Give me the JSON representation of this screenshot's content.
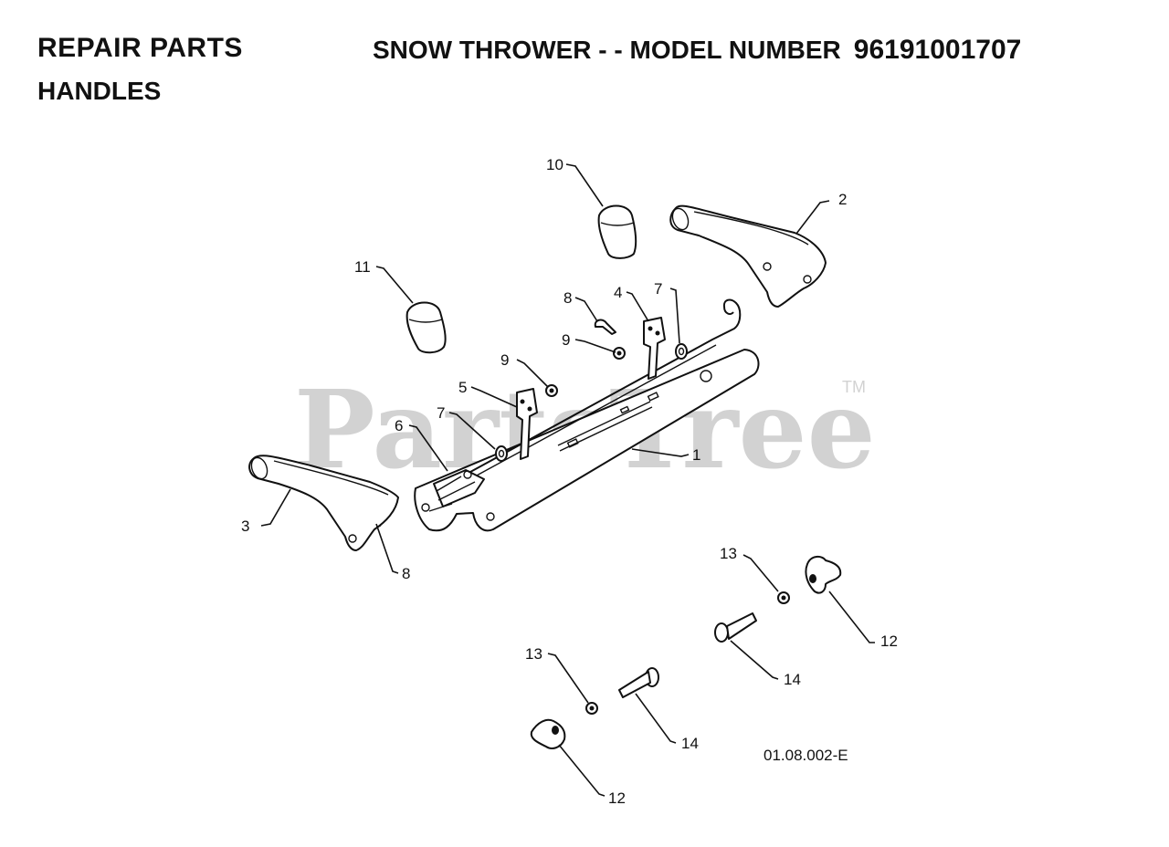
{
  "header": {
    "section": "REPAIR PARTS",
    "model_label": "SNOW THROWER - - MODEL NUMBER",
    "model_number": "96191001707",
    "subtitle": "HANDLES"
  },
  "watermark": {
    "text": "PartsTree",
    "trademark": "TM"
  },
  "diagram": {
    "reference_code": "01.08.002-E",
    "callouts": {
      "panel": "1",
      "right_handle": "2",
      "left_handle": "3",
      "right_bracket": "4",
      "left_bracket": "5",
      "left_lever": "6",
      "right_bushing": "7",
      "left_bushing": "7",
      "right_clip": "8",
      "left_clip": "8",
      "right_nut": "9",
      "left_nut": "9",
      "right_grip": "10",
      "left_grip": "11",
      "upper_knob": "12",
      "lower_knob": "12",
      "upper_washer": "13",
      "lower_washer": "13",
      "upper_bolt": "14",
      "lower_bolt": "14"
    }
  }
}
